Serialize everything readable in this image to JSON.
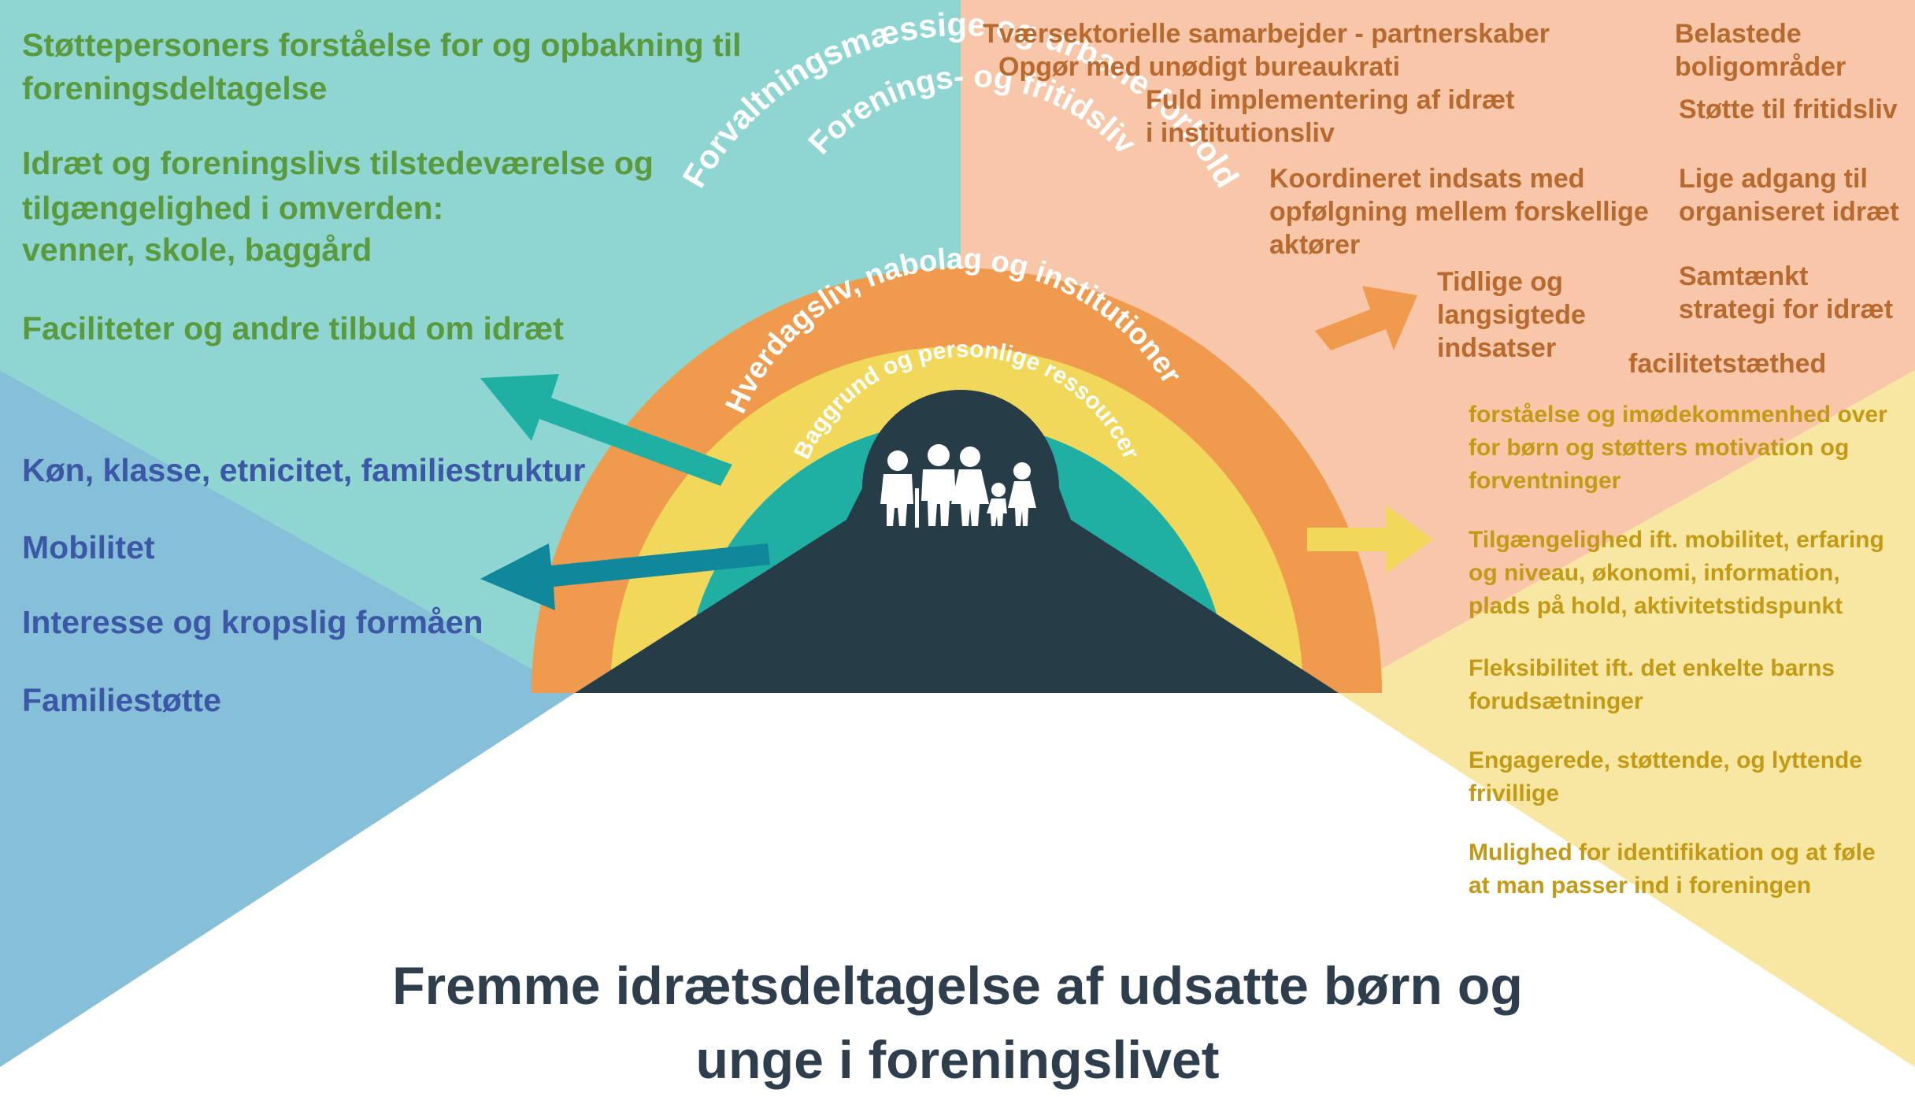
{
  "colors": {
    "teal_panel": "#8fd6d3",
    "blue_panel": "#86c0d8",
    "salmon_panel": "#f8c7a9",
    "yellow_panel": "#f8e7a3",
    "ring_outer": "#ef9a4c",
    "ring_second": "#f2d85a",
    "ring_third": "#1fb0a3",
    "ring_inner": "#10879b",
    "mound": "#263d48",
    "top_left_text": "#5a9a3c",
    "bottom_left_text": "#3c57a6",
    "top_right_text": "#b8692e",
    "bottom_right_text": "#c49a14",
    "title_text": "#2f3e4c"
  },
  "rings": {
    "outer": "Forvaltningsmæssige og urbane forhold",
    "second": "Forenings- og fritidsliv",
    "third": "Hverdagsliv, nabolag og institutioner",
    "inner": "Baggrund og personlige ressourcer"
  },
  "center_icon": "family-icon",
  "top_left": {
    "item1_line1": "Støttepersoners forståelse for og opbakning til",
    "item1_line2": "foreningsdeltagelse",
    "item2_line1": "Idræt og foreningslivs tilstedeværelse og",
    "item2_line2": "tilgængelighed i omverden:",
    "item2_line3": "venner, skole, baggård",
    "item3": "Faciliteter og andre tilbud om idræt"
  },
  "bottom_left": {
    "item1": "Køn, klasse, etnicitet, familiestruktur",
    "item2": "Mobilitet",
    "item3": "Interesse og kropslig formåen",
    "item4": "Familiestøtte"
  },
  "top_right": {
    "c1_line1": "Tværsektorielle samarbejder - partnerskaber",
    "c1_line2": "Opgør med unødigt bureaukrati",
    "c1_line3": "Fuld implementering af idræt",
    "c1_line4": "i institutionsliv",
    "c2_line1": "Koordineret indsats med",
    "c2_line2": "opfølgning mellem forskellige",
    "c2_line3": "aktører",
    "c3_line1": "Tidlige og",
    "c3_line2": "langsigtede",
    "c3_line3": "indsatser",
    "r1_line1": "Belastede",
    "r1_line2": "boligområder",
    "r2": "Støtte til fritidsliv",
    "r3_line1": "Lige adgang til",
    "r3_line2": "organiseret idræt",
    "r4_line1": "Samtænkt",
    "r4_line2": "strategi for idræt",
    "r5": "facilitetstæthed"
  },
  "bottom_right": {
    "b1_line1": "forståelse og imødekommenhed over",
    "b1_line2": "for børn og støtters motivation og",
    "b1_line3": "forventninger",
    "b2_line1": "Tilgængelighed ift. mobilitet, erfaring",
    "b2_line2": "og niveau, økonomi, information,",
    "b2_line3": "plads på hold, aktivitetstidspunkt",
    "b3_line1": "Fleksibilitet ift. det enkelte barns",
    "b3_line2": "forudsætninger",
    "b4_line1": "Engagerede, støttende, og lyttende",
    "b4_line2": "frivillige",
    "b5_line1": "Mulighed for identifikation og at føle",
    "b5_line2": "at man passer ind i foreningen"
  },
  "title": {
    "line1": "Fremme idrætsdeltagelse af udsatte børn og",
    "line2": "unge i foreningslivet"
  }
}
